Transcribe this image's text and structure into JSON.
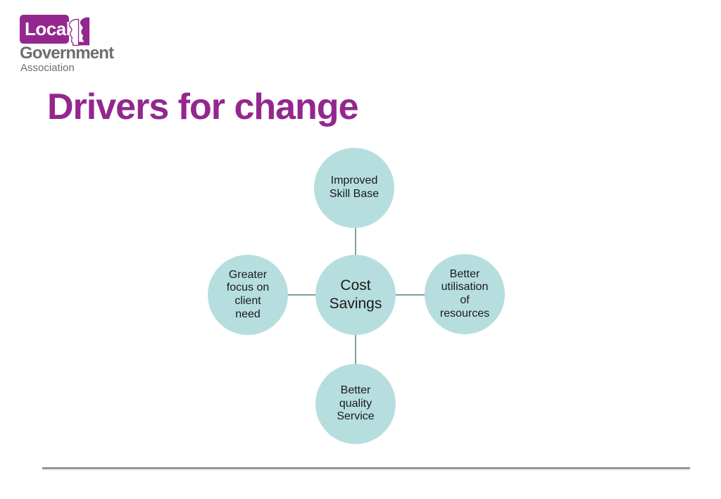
{
  "logo": {
    "local": "Local",
    "government": "Government",
    "association": "Association"
  },
  "slide": {
    "title": "Drivers for change"
  },
  "diagram": {
    "center_label": "Cost\nSavings",
    "top_label": "Improved\nSkill Base",
    "left_label": "Greater\nfocus on\nclient\nneed",
    "right_label": "Better\nutilisation\nof\nresources",
    "bottom_label": "Better\nquality\nService"
  },
  "colors": {
    "brand_purple": "#93278e",
    "logo_gray": "#6d6e71",
    "circle_fill": "#b7dedf",
    "connector_teal": "#7fa09d",
    "node_text": "#1a1a1a",
    "divider_gray": "#7f7f7f"
  }
}
